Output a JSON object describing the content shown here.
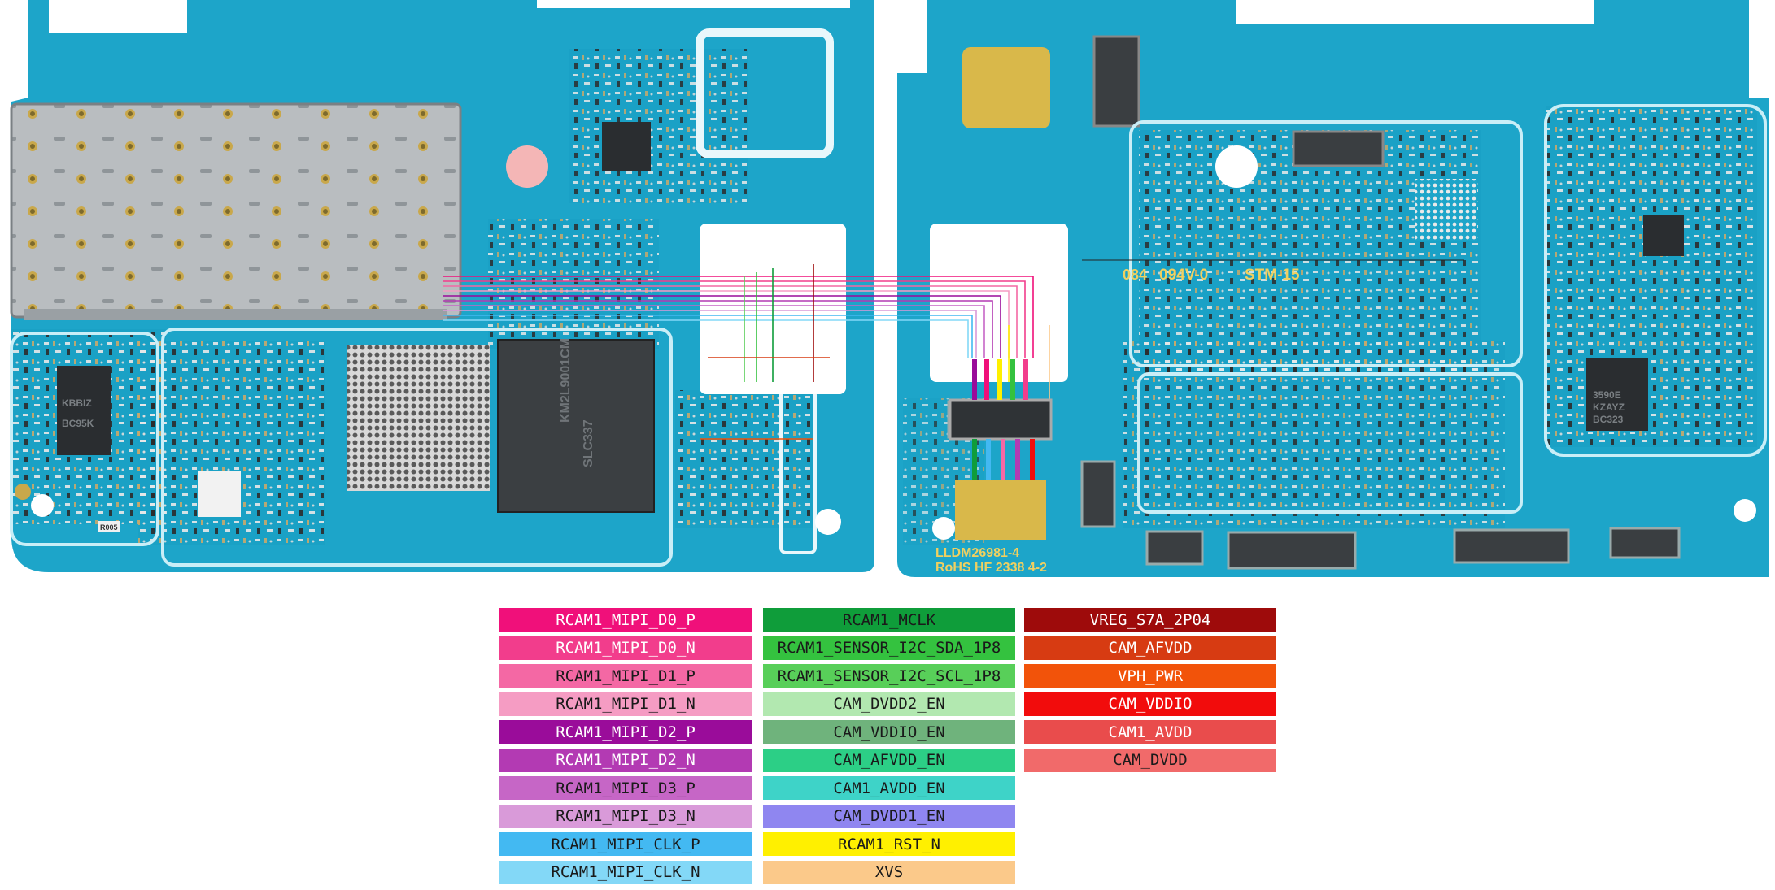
{
  "board": {
    "silkscreen": {
      "rating": "094V-0",
      "stm": "STM-15",
      "part": "LLDM26981-4",
      "rohs": "RoHS HF 2338 4-2",
      "chip_code_left": "KBBIZ",
      "chip_code_left2": "BC95K",
      "chip_code_right": "3590E",
      "chip_code_right2": "KZAYZ",
      "chip_code_right3": "BC323",
      "ic_main": "KM2L9001CM",
      "ic_main2": "SLC337",
      "r005": "R005"
    },
    "colors": {
      "pcb": "#1da5c9",
      "pcb_dark": "#0f86ab",
      "pcb_edge": "#5ccbe6",
      "shield": "#b8bcbf",
      "gold": "#d9b84a"
    }
  },
  "legend": {
    "columns": [
      [
        {
          "label": "RCAM1_MIPI_D0_P",
          "bg": "#f0107a",
          "fg": "#ffffff"
        },
        {
          "label": "RCAM1_MIPI_D0_N",
          "bg": "#f23d8c",
          "fg": "#ffffff"
        },
        {
          "label": "RCAM1_MIPI_D1_P",
          "bg": "#f468a4",
          "fg": "#1a1a1a"
        },
        {
          "label": "RCAM1_MIPI_D1_N",
          "bg": "#f59cc3",
          "fg": "#1a1a1a"
        },
        {
          "label": "RCAM1_MIPI_D2_P",
          "bg": "#9a0c9a",
          "fg": "#ffffff"
        },
        {
          "label": "RCAM1_MIPI_D2_N",
          "bg": "#b33ab3",
          "fg": "#ffffff"
        },
        {
          "label": "RCAM1_MIPI_D3_P",
          "bg": "#c666c6",
          "fg": "#1a1a1a"
        },
        {
          "label": "RCAM1_MIPI_D3_N",
          "bg": "#d99ad9",
          "fg": "#1a1a1a"
        },
        {
          "label": "RCAM1_MIPI_CLK_P",
          "bg": "#43b9f2",
          "fg": "#1a1a1a"
        },
        {
          "label": "RCAM1_MIPI_CLK_N",
          "bg": "#83d8f7",
          "fg": "#1a1a1a"
        }
      ],
      [
        {
          "label": "RCAM1_MCLK",
          "bg": "#0f9d3a",
          "fg": "#1a1a1a"
        },
        {
          "label": "RCAM1_SENSOR_I2C_SDA_1P8",
          "bg": "#34c23f",
          "fg": "#1a1a1a"
        },
        {
          "label": "RCAM1_SENSOR_I2C_SCL_1P8",
          "bg": "#58cf59",
          "fg": "#1a1a1a"
        },
        {
          "label": "CAM_DVDD2_EN",
          "bg": "#b2e8b0",
          "fg": "#1a1a1a"
        },
        {
          "label": "CAM_VDDIO_EN",
          "bg": "#6fb37c",
          "fg": "#1a1a1a"
        },
        {
          "label": "CAM_AFVDD_EN",
          "bg": "#2ccf86",
          "fg": "#1a1a1a"
        },
        {
          "label": "CAM1_AVDD_EN",
          "bg": "#3ed3c8",
          "fg": "#1a1a1a"
        },
        {
          "label": "CAM_DVDD1_EN",
          "bg": "#8f86f0",
          "fg": "#1a1a1a"
        },
        {
          "label": "RCAM1_RST_N",
          "bg": "#fff000",
          "fg": "#1a1a1a"
        },
        {
          "label": "XVS",
          "bg": "#fbc98a",
          "fg": "#1a1a1a"
        }
      ],
      [
        {
          "label": "VREG_S7A_2P04",
          "bg": "#9e0b0b",
          "fg": "#ffffff"
        },
        {
          "label": "CAM_AFVDD",
          "bg": "#d73b12",
          "fg": "#ffffff"
        },
        {
          "label": "VPH_PWR",
          "bg": "#f2530a",
          "fg": "#ffffff"
        },
        {
          "label": "CAM_VDDIO",
          "bg": "#f20c0c",
          "fg": "#ffffff"
        },
        {
          "label": "CAM1_AVDD",
          "bg": "#e94c4c",
          "fg": "#ffffff"
        },
        {
          "label": "CAM_DVDD",
          "bg": "#f16a6a",
          "fg": "#1a1a1a"
        }
      ]
    ]
  }
}
